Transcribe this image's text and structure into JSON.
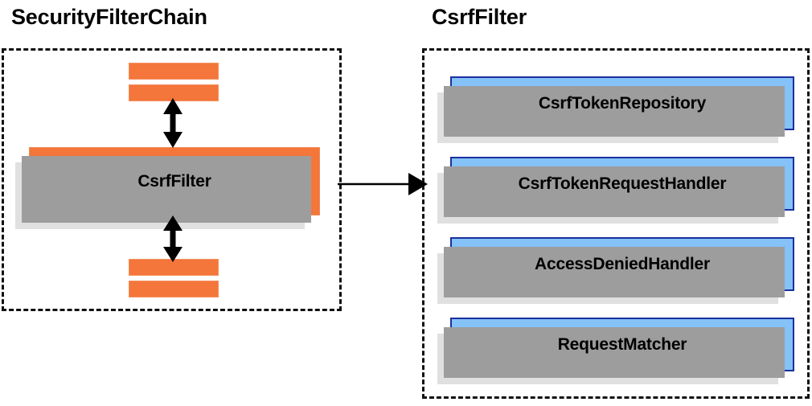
{
  "diagram": {
    "type": "component-collaboration-diagram",
    "background": "#ffffff",
    "colors": {
      "orange_fill": "#f4763a",
      "orange_border": "#f08a55",
      "blue_fill": "#85c2f8",
      "blue_border": "#1b2f9e",
      "shadow_dark": "#9d9d9d",
      "shadow_light": "#e0e0e0",
      "panel_border": "#111111",
      "text": "#000000"
    }
  },
  "panels": {
    "left": {
      "title": "SecurityFilterChain",
      "border_style": "dashed",
      "main_node": {
        "label": "CsrfFilter",
        "fill": "orange"
      },
      "filter_bars_top": [
        {
          "label": ""
        },
        {
          "label": ""
        }
      ],
      "filter_bars_bottom": [
        {
          "label": ""
        },
        {
          "label": ""
        }
      ]
    },
    "right": {
      "title": "CsrfFilter",
      "border_style": "dashed",
      "collaborators": [
        {
          "label": "CsrfTokenRepository"
        },
        {
          "label": "CsrfTokenRequestHandler"
        },
        {
          "label": "AccessDeniedHandler"
        },
        {
          "label": "RequestMatcher"
        }
      ]
    }
  },
  "arrows": [
    {
      "name": "csrffilter-to-upstream-filters",
      "direction": "bidirectional",
      "orientation": "vertical"
    },
    {
      "name": "csrffilter-to-downstream-filters",
      "direction": "bidirectional",
      "orientation": "vertical"
    },
    {
      "name": "securityfilterchain-to-csrffilter-detail",
      "direction": "unidirectional",
      "orientation": "horizontal"
    }
  ]
}
